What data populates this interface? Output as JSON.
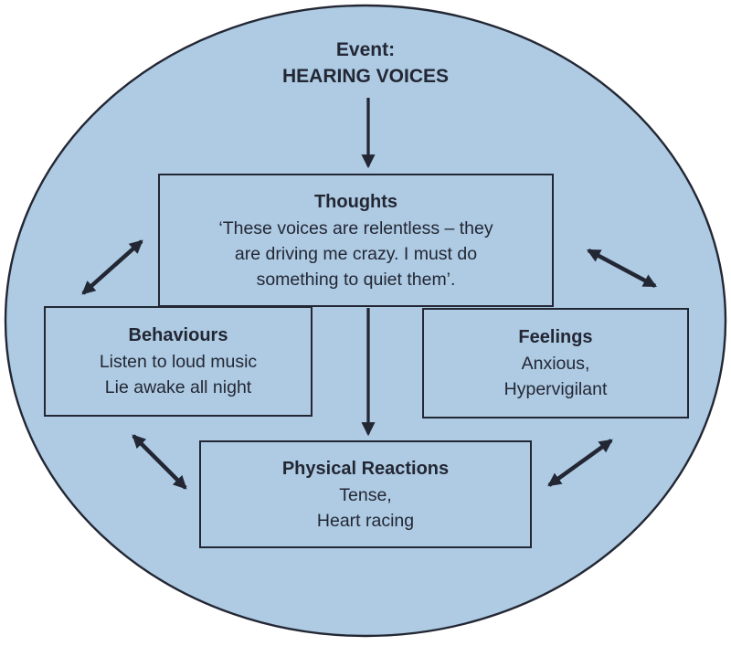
{
  "theme": {
    "page_bg": "#ffffff",
    "ellipse_fill": "#aecbe3",
    "line_color": "#232734",
    "text_color": "#232734"
  },
  "event": {
    "label": "Event:",
    "value": "HEARING VOICES"
  },
  "nodes": {
    "thoughts": {
      "title": "Thoughts",
      "body": "‘These voices are relentless – they\nare driving me crazy. I must do\nsomething to quiet them’."
    },
    "behaviours": {
      "title": "Behaviours",
      "body": "Listen to loud music\nLie awake all night"
    },
    "feelings": {
      "title": "Feelings",
      "body": "Anxious,\nHypervigilant"
    },
    "physical_reactions": {
      "title": "Physical Reactions",
      "body": "Tense,\nHeart racing"
    }
  },
  "connections": [
    {
      "from": "event",
      "to": "thoughts",
      "bidirectional": false
    },
    {
      "from": "thoughts",
      "to": "behaviours",
      "bidirectional": true
    },
    {
      "from": "thoughts",
      "to": "feelings",
      "bidirectional": true
    },
    {
      "from": "thoughts",
      "to": "physical_reactions",
      "bidirectional": false
    },
    {
      "from": "behaviours",
      "to": "physical_reactions",
      "bidirectional": true
    },
    {
      "from": "feelings",
      "to": "physical_reactions",
      "bidirectional": true
    }
  ]
}
